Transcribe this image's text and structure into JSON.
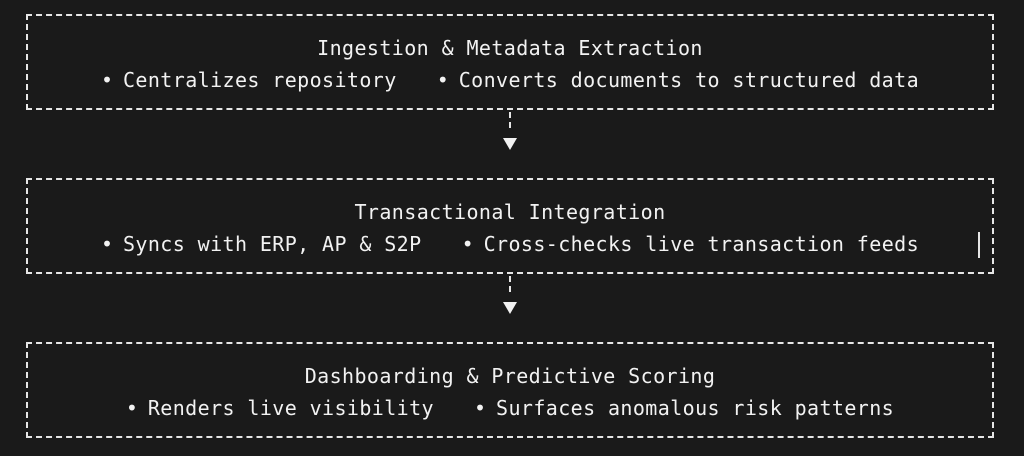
{
  "stages": [
    {
      "title": "Ingestion & Metadata Extraction",
      "bullets": [
        "Centralizes repository",
        "Converts documents to structured data"
      ]
    },
    {
      "title": "Transactional Integration",
      "bullets": [
        "Syncs with ERP, AP & S2P",
        "Cross-checks live transaction feeds"
      ]
    },
    {
      "title": "Dashboarding & Predictive Scoring",
      "bullets": [
        "Renders live visibility",
        "Surfaces anomalous risk patterns"
      ]
    }
  ],
  "bullet_symbol": "•",
  "colors": {
    "background": "#1a1a1a",
    "foreground": "#f2f2f2",
    "border": "#e6e6e6"
  }
}
